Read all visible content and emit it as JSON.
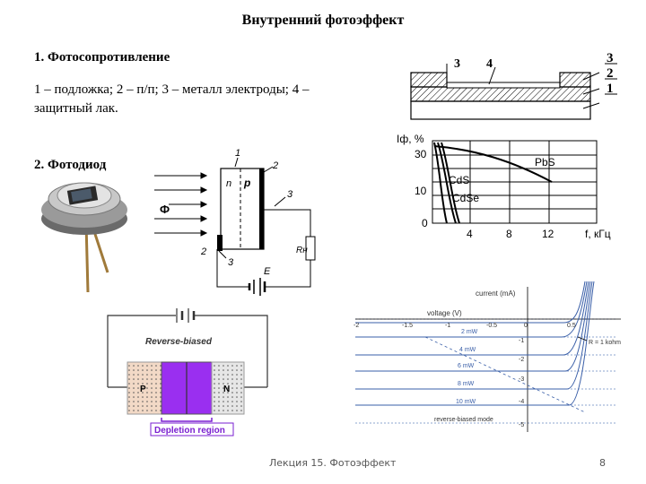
{
  "slide": {
    "title": "Внутренний фотоэффект",
    "section1_heading": "1. Фотосопротивление",
    "section1_desc": "1 – подложка; 2 – п/п; 3 – металл электроды; 4 – защитный лак.",
    "section2_heading": "2. Фотодиод",
    "footer": "Лекция 15. Фотоэффект",
    "page_number": "8"
  },
  "photoresistor_diagram": {
    "label_3_top": "3",
    "label_4": "4",
    "label_3_right": "3",
    "label_2_right": "2",
    "label_1_right": "1"
  },
  "photocurrent_chart": {
    "y_axis_label": "Iф, %",
    "x_axis_label": "f, кГц",
    "y_tick_30": "30",
    "y_tick_10": "10",
    "y_tick_0": "0",
    "x_tick_4": "4",
    "x_tick_8": "8",
    "x_tick_12": "12",
    "curve_pbs": "PbS",
    "curve_cds": "CdS",
    "curve_cdse": "CdSe"
  },
  "photodiode_circuit": {
    "label_1": "1",
    "label_2_top": "2",
    "label_n": "n",
    "label_p": "p",
    "label_3_mid": "3",
    "label_2_bottom": "2",
    "label_3_bottom": "3",
    "label_rn": "Rн",
    "label_e": "E",
    "light_symbol": "Ф"
  },
  "junction_diagram": {
    "reverse_biased": "Reverse-biased",
    "p_label": "P",
    "n_label": "N",
    "depletion_region": "Depletion region",
    "colors": {
      "p_fill": "#f2d9c6",
      "depletion": "#9a2ff0",
      "n_fill": "#e6e6e6",
      "label_text": "#7a1fd0"
    }
  },
  "iv_chart": {
    "current_label": "current (mA)",
    "voltage_label": "voltage (V)",
    "x_tick_neg2": "-2",
    "x_tick_neg15": "-1.5",
    "x_tick_neg1": "-1",
    "x_tick_neg05": "-0.5",
    "x_tick_0": "0",
    "x_tick_05": "0.5",
    "y_tick_neg1": "-1",
    "y_tick_neg2": "-2",
    "y_tick_neg3": "-3",
    "y_tick_neg4": "-4",
    "y_tick_neg5": "-5",
    "curves": [
      "2 mW",
      "4 mW",
      "6 mW",
      "8 mW",
      "10 mW"
    ],
    "reverse_mode": "reverse-biased mode",
    "load_line": "R = 1 kohm",
    "color": "#3a5fa8"
  }
}
